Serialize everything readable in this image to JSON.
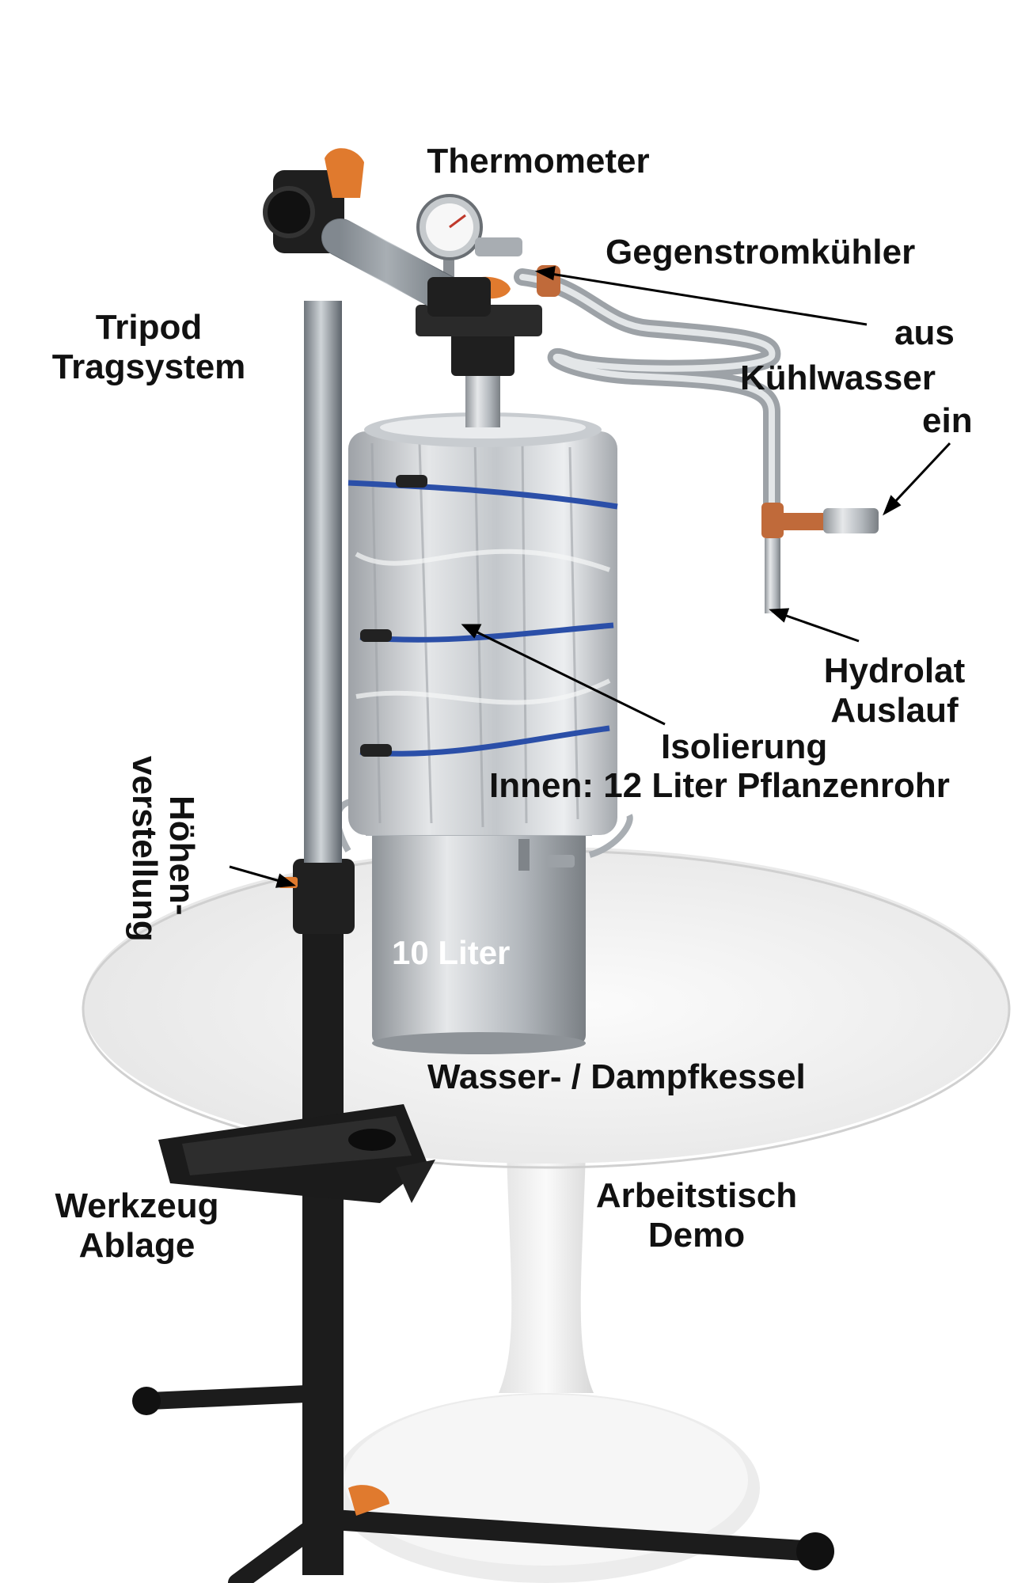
{
  "labels": {
    "thermometer": "Thermometer",
    "counterflow_cooler": "Gegenstromkühler",
    "coolant_out": "aus",
    "coolant_water": "Kühlwasser",
    "coolant_in": "ein",
    "tripod": "Tripod",
    "tripod_system": "Tragsystem",
    "height_adjust_1": "Höhen-",
    "height_adjust_2": "verstellung",
    "hydrolat": "Hydrolat",
    "outlet": "Auslauf",
    "insulation": "Isolierung",
    "inner_tube": "Innen: 12 Liter Pflanzenrohr",
    "volume": "10 Liter",
    "kettle": "Wasser- / Dampfkessel",
    "tool": "Werkzeug",
    "tray": "Ablage",
    "worktable": "Arbeitstisch",
    "demo": "Demo"
  },
  "colors": {
    "label_text": "#111111",
    "stand_black": "#1c1c1c",
    "stand_aluminium": "#9aa1a8",
    "knob_orange": "#e07a2e",
    "foil_silver": "#c9ccd0",
    "cord_blue": "#2b4fa8",
    "steel": "#b7bcc1",
    "copper": "#c06a3a",
    "table_white": "#f2f2f2"
  }
}
